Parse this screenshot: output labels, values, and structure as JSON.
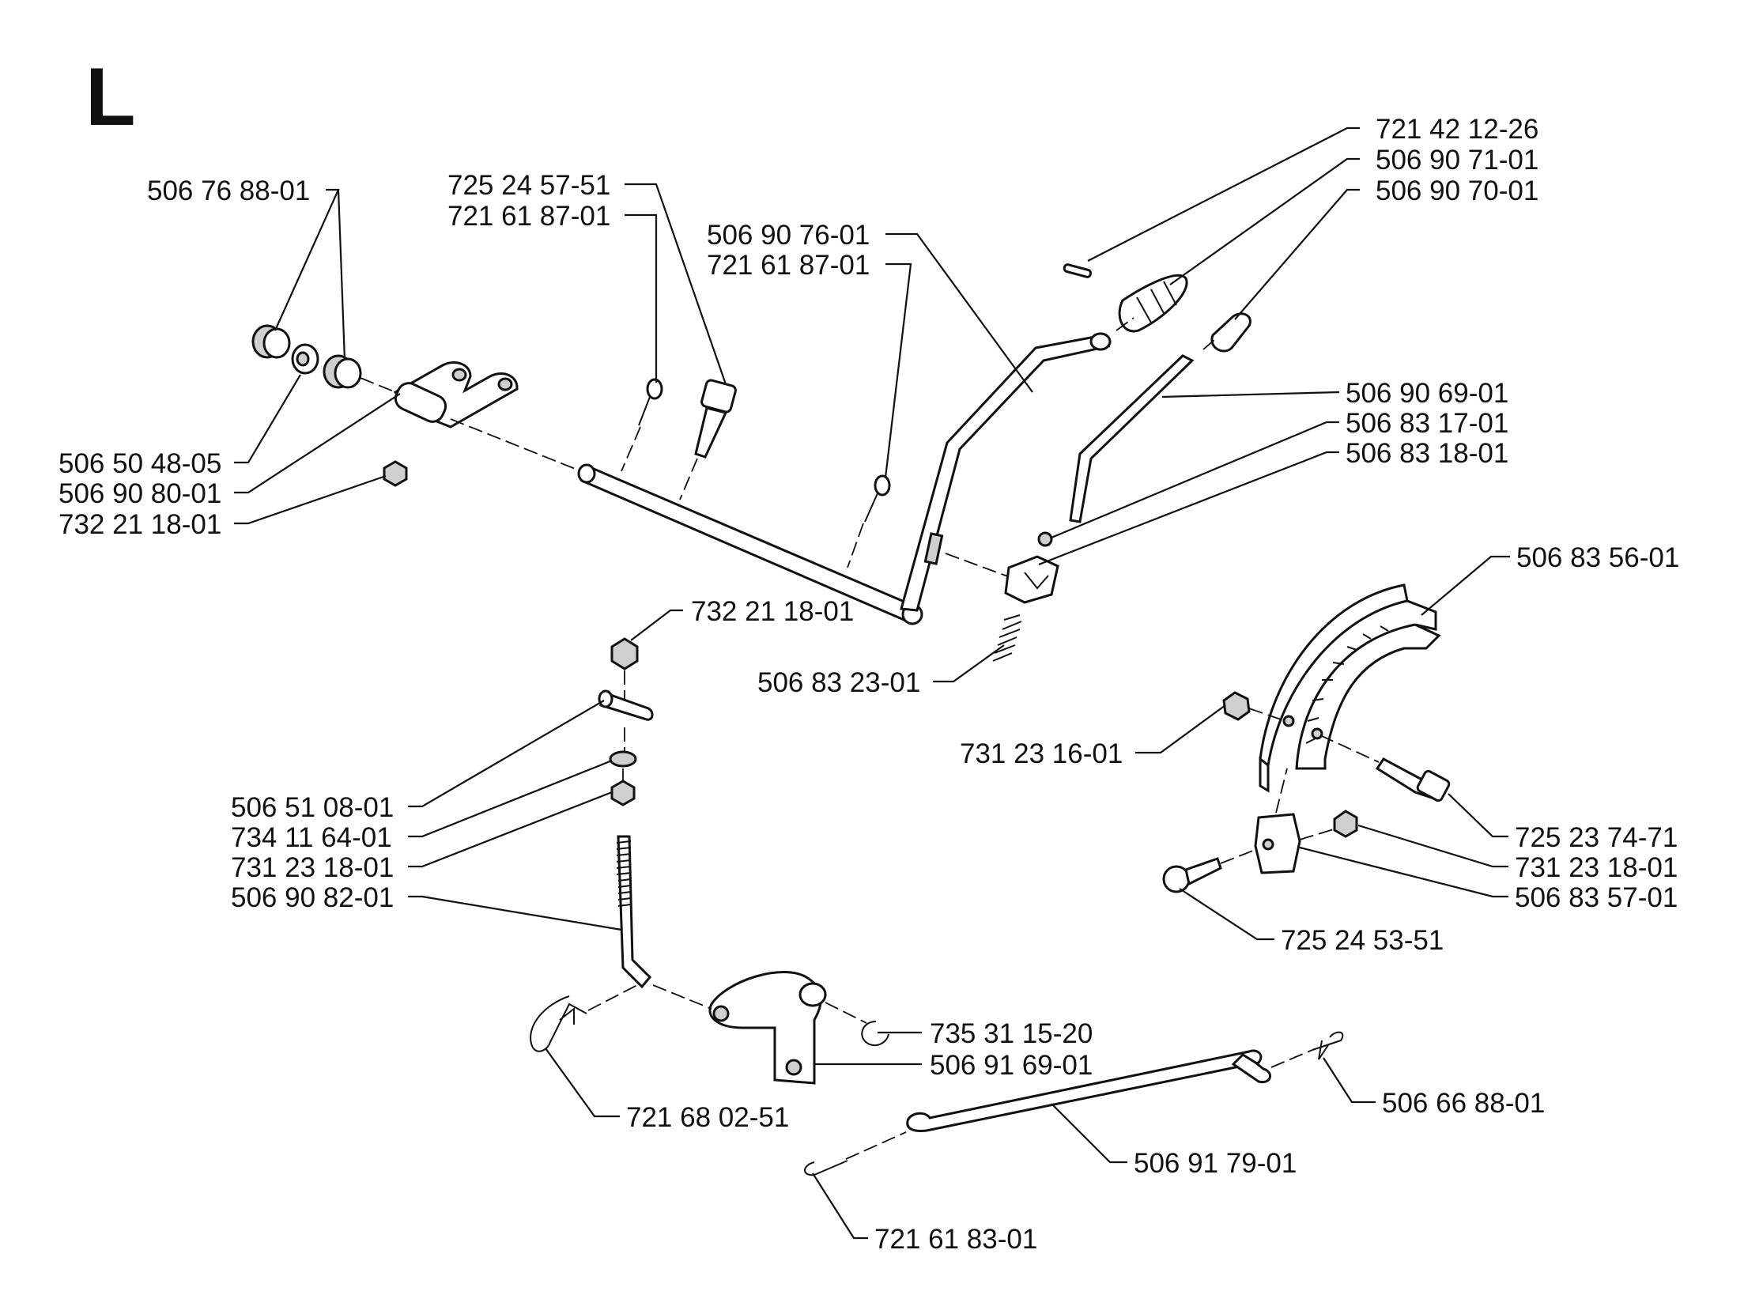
{
  "section": "L",
  "labels": [
    "506 76 88-01",
    "725 24 57-51",
    "721 61 87-01",
    "506 90 76-01",
    "721 61 87-01",
    "721 42 12-26",
    "506 90 71-01",
    "506 90 70-01",
    "506 90 69-01",
    "506 83 17-01",
    "506 83 18-01",
    "506 83 56-01",
    "506 50 48-05",
    "506 90 80-01",
    "732 21 18-01",
    "732 21 18-01",
    "506 83 23-01",
    "731 23 16-01",
    "725 23 74-71",
    "731 23 18-01",
    "506 83 57-01",
    "725 24 53-51",
    "506 51 08-01",
    "734 11 64-01",
    "731 23 18-01",
    "506 90 82-01",
    "735 31 15-20",
    "506 91 69-01",
    "721 68 02-51",
    "506 66 88-01",
    "506 91 79-01",
    "721 61 83-01"
  ]
}
